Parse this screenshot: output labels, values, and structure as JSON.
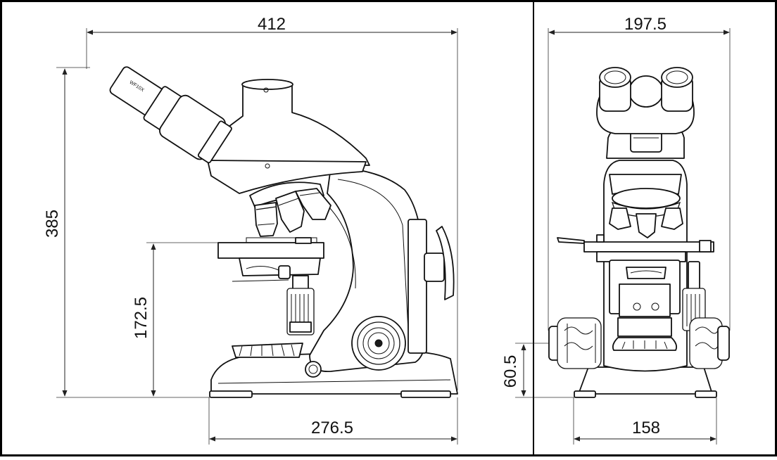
{
  "dimensions": {
    "side_width": "412",
    "front_width": "197.5",
    "total_height": "385",
    "stage_height": "172.5",
    "side_base": "276.5",
    "front_base": "158",
    "focus_height": "60.5"
  },
  "labels": {
    "eyepiece_print": "WF10X"
  },
  "colors": {
    "line": "#111111",
    "background": "#ffffff",
    "border": "#000000"
  }
}
